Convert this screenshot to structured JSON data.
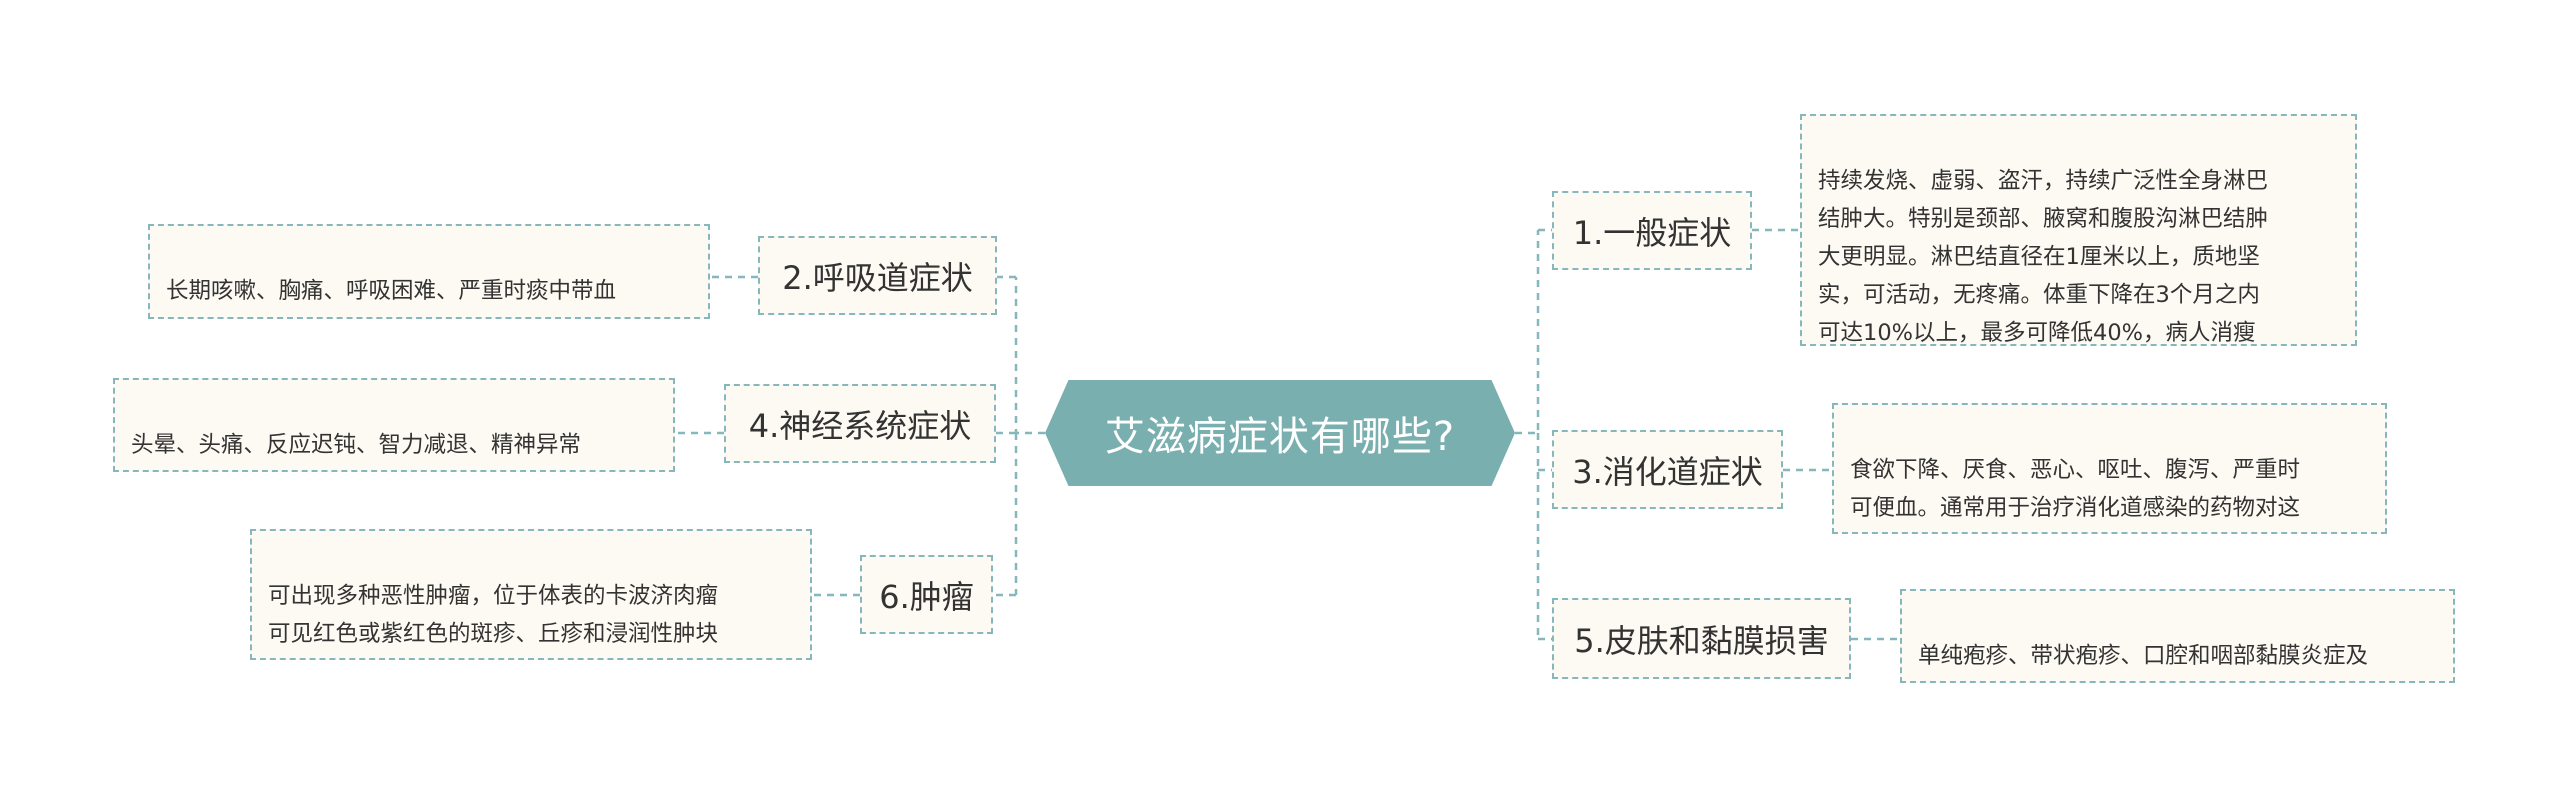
{
  "title": "艾滋病症状有哪些?",
  "colors": {
    "center_fill": "#7aafaf",
    "center_text": "#ffffff",
    "box_fill": "#fcfaf2",
    "box_border": "#85b7bd",
    "connector": "#85b7bd",
    "text": "#333333"
  },
  "topics": [
    {
      "id": "topic-1",
      "label": "1.一般症状",
      "note": "持续发烧、虚弱、盗汗，持续广泛性全身淋巴\n结肿大。特别是颈部、腋窝和腹股沟淋巴结肿\n大更明显。淋巴结直径在1厘米以上，质地坚\n实，可活动，无疼痛。体重下降在3个月之内\n可达10%以上，最多可降低40%，病人消瘦\n特别明显。"
    },
    {
      "id": "topic-2",
      "label": "2.呼吸道症状",
      "note": "长期咳嗽、胸痛、呼吸困难、严重时痰中带血\n。"
    },
    {
      "id": "topic-3",
      "label": "3.消化道症状",
      "note": "食欲下降、厌食、恶心、呕吐、腹泻、严重时\n可便血。通常用于治疗消化道感染的药物对这\n种腹泻无效。"
    },
    {
      "id": "topic-4",
      "label": "4.神经系统症状",
      "note": "头晕、头痛、反应迟钝、智力减退、精神异常\n、抽搐、偏瘫、痴呆等。"
    },
    {
      "id": "topic-5",
      "label": "5.皮肤和黏膜损害",
      "note": "单纯疱疹、带状疱疹、口腔和咽部黏膜炎症及\n溃烂。"
    },
    {
      "id": "topic-6",
      "label": "6.肿瘤",
      "note": "可出现多种恶性肿瘤，位于体表的卡波济肉瘤\n可见红色或紫红色的斑疹、丘疹和浸润性肿块\n。"
    }
  ]
}
